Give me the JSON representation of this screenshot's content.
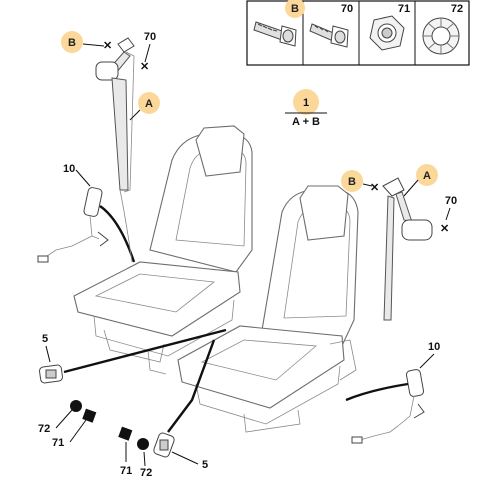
{
  "legend_box": {
    "items": [
      {
        "label": "B",
        "icon": "bolt-icon",
        "highlight": true
      },
      {
        "label": "70",
        "icon": "screw-icon",
        "highlight": false
      },
      {
        "label": "71",
        "icon": "nut-icon",
        "highlight": false
      },
      {
        "label": "72",
        "icon": "washer-icon",
        "highlight": false
      }
    ]
  },
  "assembly": {
    "number": "1",
    "formula": "A + B"
  },
  "labels": {
    "B_left": "B",
    "x70_left": "70",
    "A_left": "A",
    "B_right": "B",
    "A_right": "A",
    "x70_right": "70",
    "buckle10_left": "10",
    "buckle10_right": "10",
    "anchor5_left": "5",
    "anchor5_right": "5",
    "x72_left": "72",
    "x71_left": "71",
    "x71_right": "71",
    "x72_right": "72"
  },
  "colors": {
    "callout_fill": "#fbd89a",
    "line": "#111111",
    "outline": "#6d6d6d"
  }
}
